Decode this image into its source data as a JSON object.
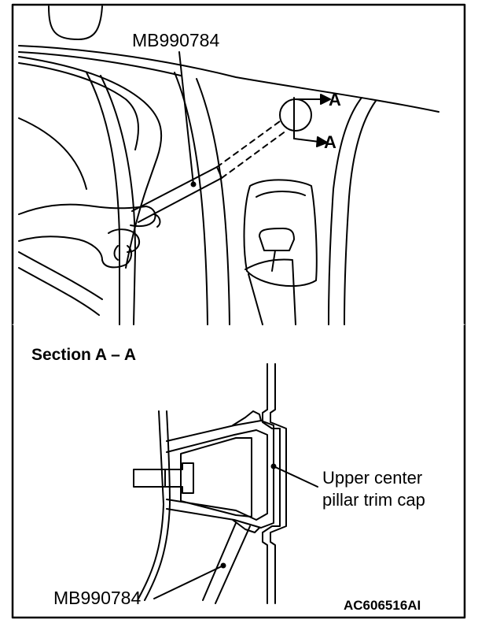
{
  "labels": {
    "tool_top": "MB990784",
    "section_arrow_upper": "A",
    "section_arrow_lower": "A",
    "section_title": "Section A – A",
    "callout_line1": "Upper center",
    "callout_line2": "pillar trim cap",
    "tool_bottom": "MB990784",
    "figure_code": "AC606516AI"
  }
}
